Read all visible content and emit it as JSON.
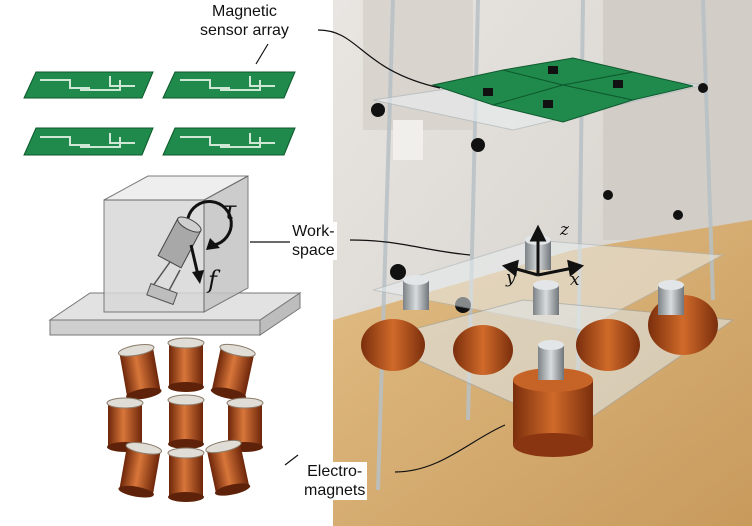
{
  "labels": {
    "sensor_line1": "Magnetic",
    "sensor_line2": "sensor array",
    "workspace_line1": "Work-",
    "workspace_line2": "space",
    "electro_line1": "Electro-",
    "electro_line2": "magnets"
  },
  "symbols": {
    "torque": "τ",
    "force": "f"
  },
  "axes": {
    "x": "x",
    "y": "y",
    "z": "z"
  },
  "colors": {
    "pcb": "#1f8a4c",
    "copper": "#b5531f",
    "acrylic": "#cfd6da",
    "wood": "#d8b07a"
  }
}
